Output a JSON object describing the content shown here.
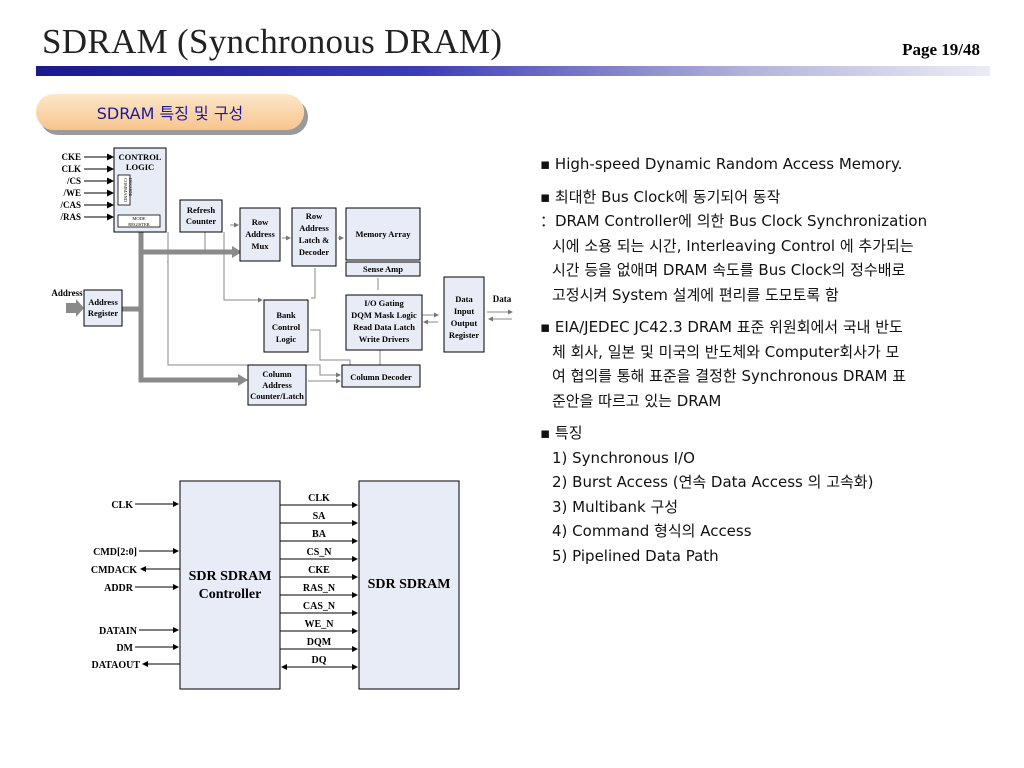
{
  "header": {
    "title": "SDRAM (Synchronous DRAM)",
    "page": "Page 19/48"
  },
  "section": {
    "label": "SDRAM 특징 및 구성"
  },
  "block_diagram": {
    "inputs": [
      "CKE",
      "CLK",
      "/CS",
      "/WE",
      "/CAS",
      "/RAS"
    ],
    "control_logic": [
      "CONTROL",
      "LOGIC"
    ],
    "command_decode": [
      "COMMAND",
      "DECODE"
    ],
    "mode_register": [
      "MODE",
      "REGISTER"
    ],
    "refresh_counter": [
      "Refresh",
      "Counter"
    ],
    "row_address_mux": [
      "Row",
      "Address",
      "Mux"
    ],
    "row_address_latch": [
      "Row",
      "Address",
      "Latch &",
      "Decoder"
    ],
    "memory_array": "Memory Array",
    "sense_amp": "Sense Amp",
    "address_label": "Address",
    "address_register": [
      "Address",
      "Register"
    ],
    "bank_control": [
      "Bank",
      "Control",
      "Logic"
    ],
    "io_gating": [
      "I/O Gating",
      "DQM Mask Logic",
      "Read Data Latch",
      "Write Drivers"
    ],
    "data_io": [
      "Data",
      "Input",
      "Output",
      "Register"
    ],
    "data_label": "Data",
    "column_address": [
      "Column",
      "Address",
      "Counter/Latch"
    ],
    "column_decoder": "Column Decoder"
  },
  "controller_diagram": {
    "left_signals": [
      "CLK",
      "CMD[2:0]",
      "CMDACK",
      "ADDR",
      "DATAIN",
      "DM",
      "DATAOUT"
    ],
    "controller_label": [
      "SDR SDRAM",
      "Controller"
    ],
    "bus_signals": [
      "CLK",
      "SA",
      "BA",
      "CS_N",
      "CKE",
      "RAS_N",
      "CAS_N",
      "WE_N",
      "DQM",
      "DQ"
    ],
    "sdram_label": "SDR SDRAM"
  },
  "bullets": {
    "b1": "▪ High-speed Dynamic Random Access Memory.",
    "b2": "▪ 최대한 Bus Clock에 동기되어 동작",
    "b2_lines": [
      "：DRAM Controller에 의한 Bus Clock Synchronization",
      "시에 소용 되는 시간, Interleaving Control 에 추가되는",
      "시간 등을 없애며 DRAM 속도를 Bus Clock의 정수배로",
      "고정시켜 System 설계에 편리를 도모토록 함"
    ],
    "b3_lines": [
      "▪ EIA/JEDEC JC42.3 DRAM 표준 위원회에서 국내 반도",
      "체 회사, 일본 및 미국의 반도체와  Computer회사가 모",
      "여 협의를 통해 표준을 결정한 Synchronous DRAM 표",
      "준안을 따르고 있는 DRAM"
    ],
    "b4": "▪ 특징",
    "features": [
      "1) Synchronous I/O",
      "2) Burst Access (연속 Data Access 의 고속화)",
      "3) Multibank 구성",
      "4) Command 형식의 Access",
      "5) Pipelined Data Path"
    ]
  }
}
